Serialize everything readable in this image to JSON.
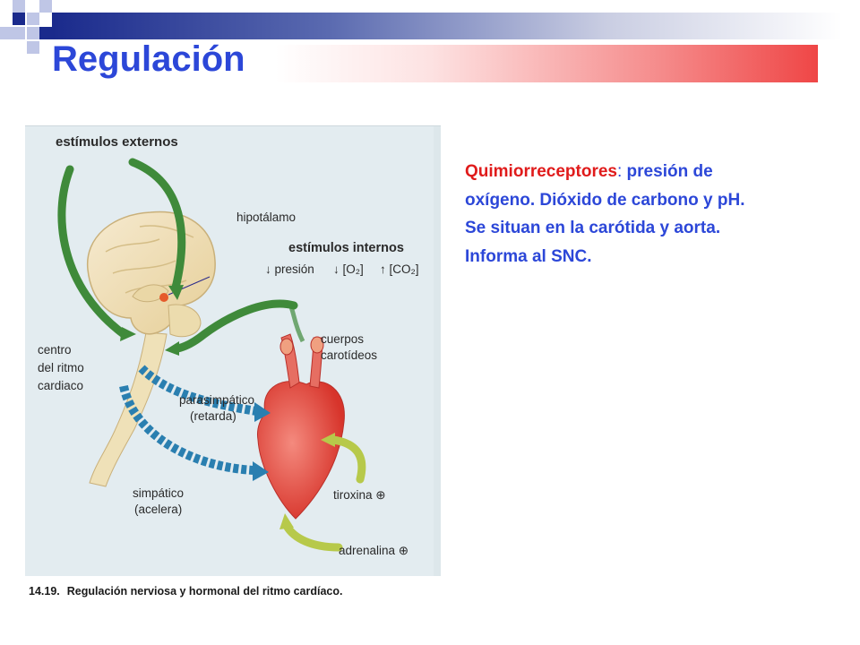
{
  "slide": {
    "title": "Regulación"
  },
  "figure": {
    "labels": {
      "external": "estímulos externos",
      "hypothalamus": "hipotálamo",
      "internal": "estímulos internos",
      "pressure": "↓ presión",
      "o2": "↓ [O₂]",
      "co2": "↑ [CO₂]",
      "center_1": "centro",
      "center_2": "del ritmo",
      "center_3": "cardiaco",
      "bodies_1": "cuerpos",
      "bodies_2": "carotídeos",
      "para_1": "parasimpático",
      "para_2": "(retarda)",
      "sym_1": "simpático",
      "sym_2": "(acelera)",
      "thyroxine": "tiroxina ⊕",
      "adrenaline": "adrenalina ⊕"
    },
    "caption_number": "14.19.",
    "caption_text": "Regulación nerviosa y hormonal del ritmo cardíaco."
  },
  "text": {
    "term": "Quimiorreceptores",
    "colon": ":",
    "line1_rest": " presión de",
    "line2": "oxígeno. Dióxido de carbono y pH.",
    "line3": "Se situan en la carótida y aorta.",
    "line4": "Informa al SNC."
  },
  "colors": {
    "title": "#2c47d8",
    "term": "#e01b1b",
    "body_text": "#2c47d8",
    "green_arrow": "#3f8a3a",
    "blue_arrow": "#2a7fb0",
    "heart": "#e8554a",
    "brain": "#f1e2b8"
  }
}
